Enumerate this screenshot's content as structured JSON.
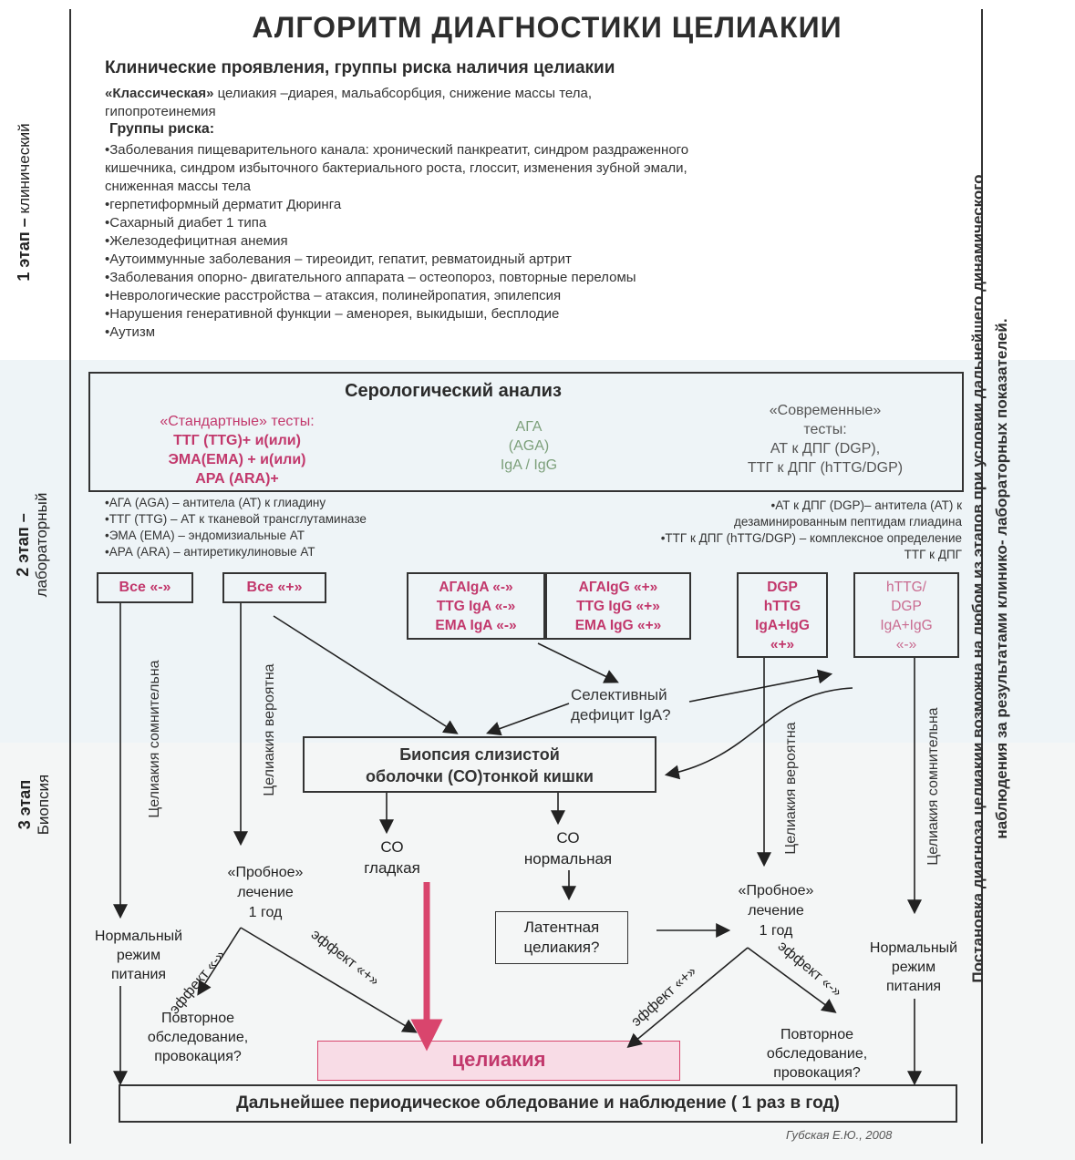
{
  "title": "АЛГОРИТМ ДИАГНОСТИКИ ЦЕЛИАКИИ",
  "stages": {
    "stage1": {
      "num": "1 этап –",
      "name": "клинический"
    },
    "stage2": {
      "num": "2 этап –",
      "name": "лабораторный"
    },
    "stage3": {
      "num": "3 этап",
      "name": "Биопсия"
    }
  },
  "right_note": {
    "line1": "Постановка диагноза целиакии  возможна на любом из этапов при условии дальнейшего динамического",
    "line2": "наблюдения за результатами клинико- лабораторных показателей."
  },
  "clinical": {
    "heading": "Клинические проявления, группы риска наличия целиакии",
    "classic_bold": "«Классическая»",
    "classic_text": " целиакия –диарея, мальабсорбция, снижение массы тела,",
    "classic_text2": "гипопротеинемия",
    "risk_heading": "Группы риска:",
    "risk_items": [
      "•Заболевания пищеварительного канала: хронический панкреатит, синдром  раздраженного",
      "кишечника, синдром избыточного бактериального роста, глоссит, изменения зубной эмали,",
      "сниженная массы тела",
      "•герпетиформный дерматит Дюринга",
      "•Сахарный диабет 1 типа",
      "•Железодефицитная анемия",
      "•Аутоиммунные заболевания – тиреоидит, гепатит, ревматоидный артрит",
      "•Заболевания опорно- двигательного аппарата – остеопороз, повторные переломы",
      "•Неврологические расстройства – атаксия, полинейропатия, эпилепсия",
      "•Нарушения генеративной функции – аменорея, выкидыши, бесплодие",
      "•Аутизм"
    ]
  },
  "serology": {
    "title": "Серологический анализ",
    "standard": [
      "«Стандартные» тесты:",
      "ТТГ (TTG)+ и(или)",
      "ЭМА(EMA) + и(или)",
      "АРА (ARA)+"
    ],
    "aga": [
      "АГА",
      "(AGA)",
      "IgA / IgG"
    ],
    "modern": [
      "«Современные»",
      "тесты:",
      "АТ к ДПГ (DGP),",
      "ТТГ к ДПГ (hTTG/DGP)"
    ]
  },
  "abbrev_left": [
    "•АГА (AGA) – антитела (АТ) к глиадину",
    "•ТТГ (TTG) – АТ к тканевой трансглутаминазе",
    "•ЭМА (EMA) – эндомизиальные АТ",
    "•АРА (ARA) – антиретикулиновые АТ"
  ],
  "abbrev_right": [
    "•АТ к ДПГ (DGP)– антитела (АТ) к",
    "дезаминированным пептидам глиадина",
    "•ТТГ к ДПГ (hTTG/DGP) – комплексное определение",
    "ТТГ к ДПГ"
  ],
  "results": {
    "all_neg": "Все «-»",
    "all_pos": "Все «+»",
    "mix1": [
      "АГАIgA «-»",
      "TTG IgA «-»",
      "EMA IgA «-»"
    ],
    "mix2": [
      "АГАIgG «+»",
      "TTG IgG «+»",
      "EMA IgG «+»"
    ],
    "dgp_pos": [
      "DGP",
      "hTTG",
      "IgA+IgG",
      "«+»"
    ],
    "dgp_neg": [
      "hTTG/",
      "DGP",
      "IgA+IgG",
      "«-»"
    ]
  },
  "selective": [
    "Селективный",
    "дефицит IgA?"
  ],
  "biopsy": [
    "Биопсия слизистой",
    "оболочки (СО)тонкой кишки"
  ],
  "co_smooth": [
    "СО",
    "гладкая"
  ],
  "co_normal": [
    "СО",
    "нормальная"
  ],
  "latent": [
    "Латентная",
    "целиакия?"
  ],
  "trial_left": [
    "«Пробное»",
    "лечение",
    "1 год"
  ],
  "trial_right": [
    "«Пробное»",
    "лечение",
    "1 год"
  ],
  "normal_left": [
    "Нормальный",
    "режим",
    "питания"
  ],
  "normal_right": [
    "Нормальный",
    "режим",
    "питания"
  ],
  "repeat_left": [
    "Повторное",
    "обследование,",
    "провокация?"
  ],
  "repeat_right": [
    "Повторное",
    "обследование,",
    "провокация?"
  ],
  "vertical_labels": {
    "doubtful_left": "Целиакия сомнительна",
    "probable_left": "Целиакия вероятна",
    "probable_right": "Целиакия вероятна",
    "doubtful_right": "Целиакия сомнительна"
  },
  "effects": {
    "neg_left": "эффект «-»",
    "pos_left": "эффект «+»",
    "pos_right": "эффект «+»",
    "neg_right": "эффект «-»"
  },
  "celiac": "целиакия",
  "final": "Дальнейшее периодическое обледование и наблюдение ( 1 раз в год)",
  "author": "Губская Е.Ю., 2008",
  "colors": {
    "accent_pink": "#c2386c",
    "celiac_fill": "#f8dce6",
    "arrow_red": "#d9456d",
    "aga_green": "#7da07b"
  }
}
